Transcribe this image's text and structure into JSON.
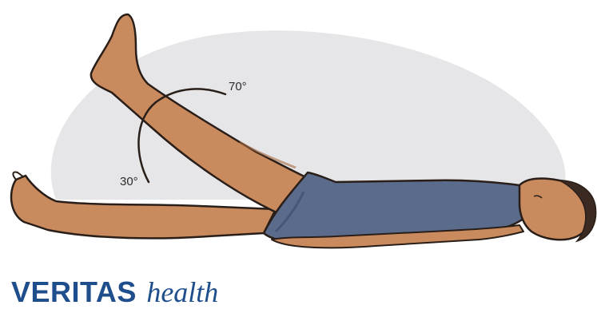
{
  "annotations": {
    "angle_high": "70°",
    "angle_low": "30°"
  },
  "logo": {
    "strong": "VERITAS",
    "light": "health"
  },
  "colors": {
    "background_shape": "#e6e6e9",
    "skin": "#c98a5e",
    "skin_shadow": "#a86c45",
    "outline": "#2a1e18",
    "swimsuit": "#5a6b8c",
    "swimsuit_shadow": "#46577a",
    "hair": "#3a2a22",
    "brand": "#1f4e8c"
  }
}
